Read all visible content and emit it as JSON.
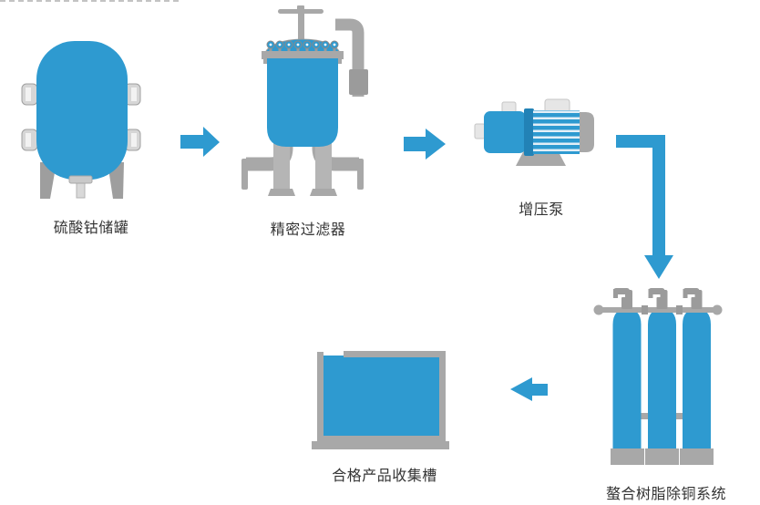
{
  "diagram": {
    "type": "process-flow",
    "colors": {
      "liquid_blue": "#2E9AD0",
      "equipment_gray": "#A8A8A8",
      "light_gray": "#D9D9D9",
      "arrow_blue": "#2E9AD0",
      "label_text": "#333333",
      "background": "#FFFFFF"
    },
    "nodes": [
      {
        "id": "cobalt-sulfate-storage-tank",
        "label": "硫酸钴储罐"
      },
      {
        "id": "precision-filter",
        "label": "精密过滤器"
      },
      {
        "id": "booster-pump",
        "label": "增压泵"
      },
      {
        "id": "chelating-resin-copper-removal-system",
        "label": "螯合树脂除铜系统"
      },
      {
        "id": "qualified-product-collection-tank",
        "label": "合格产品收集槽"
      }
    ],
    "arrows": [
      {
        "id": "arrow-1",
        "from": "cobalt-sulfate-storage-tank",
        "to": "precision-filter",
        "direction": "right"
      },
      {
        "id": "arrow-2",
        "from": "precision-filter",
        "to": "booster-pump",
        "direction": "right"
      },
      {
        "id": "arrow-3",
        "from": "booster-pump",
        "to": "chelating-resin-copper-removal-system",
        "direction": "down-elbow"
      },
      {
        "id": "arrow-4",
        "from": "chelating-resin-copper-removal-system",
        "to": "qualified-product-collection-tank",
        "direction": "left"
      }
    ]
  }
}
